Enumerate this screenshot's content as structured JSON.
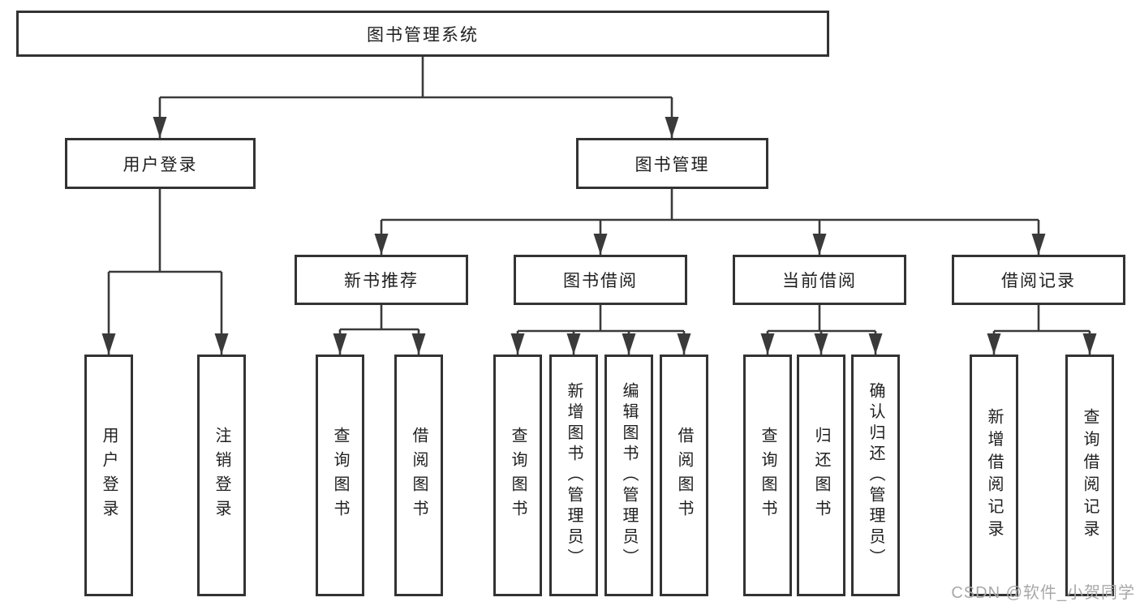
{
  "diagram": {
    "root": {
      "label": "图书管理系统"
    },
    "branches": [
      {
        "label": "用户登录",
        "children": [
          "用户登录",
          "注销登录"
        ]
      },
      {
        "label": "图书管理",
        "groups": [
          {
            "label": "新书推荐",
            "children": [
              "查询图书",
              "借阅图书"
            ]
          },
          {
            "label": "图书借阅",
            "children": [
              "查询图书",
              "新增图书（管理员）",
              "编辑图书（管理员）",
              "借阅图书"
            ]
          },
          {
            "label": "当前借阅",
            "children": [
              "查询图书",
              "归还图书",
              "确认归还（管理员）"
            ]
          },
          {
            "label": "借阅记录",
            "children": [
              "新增借阅记录",
              "查询借阅记录"
            ]
          }
        ]
      }
    ]
  },
  "watermark": {
    "text": "CSDN @软件_小贺同学"
  },
  "colors": {
    "line": "#3a3a3a",
    "box_border": "#333333",
    "text": "#1f1f1f",
    "background": "#ffffff",
    "watermark": "#a8a8a8"
  }
}
